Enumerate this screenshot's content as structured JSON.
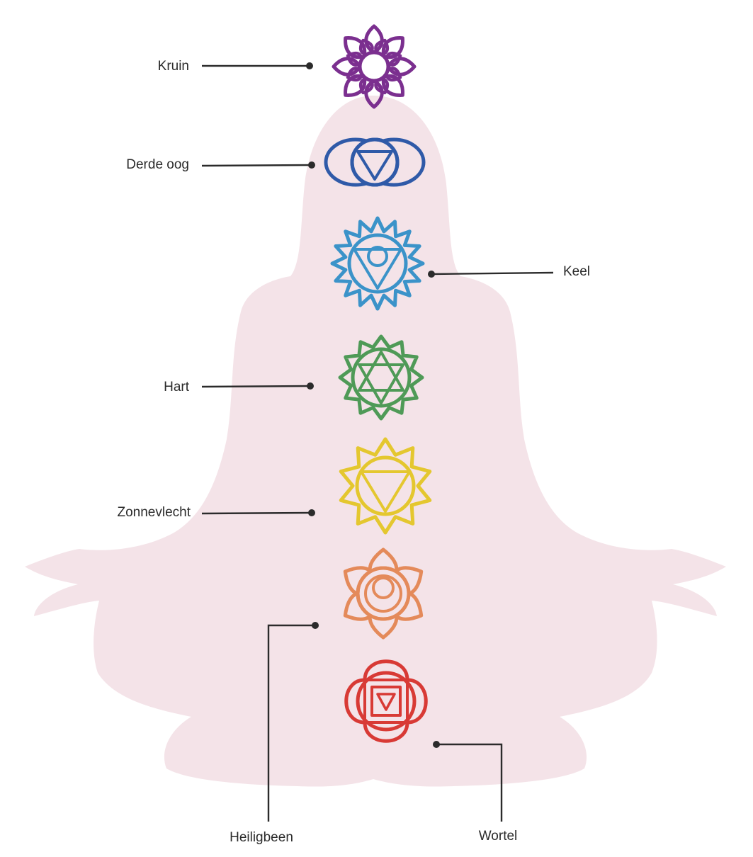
{
  "labels": {
    "crown": "Kruin",
    "third_eye": "Derde oog",
    "throat": "Keel",
    "heart": "Hart",
    "solar_plexus": "Zonnevlecht",
    "sacral": "Heiligbeen",
    "root": "Wortel"
  },
  "colors": {
    "silhouette": "#f4e3e8",
    "crown": "#7b2f8f",
    "third_eye": "#2f5aa8",
    "throat": "#3b93c9",
    "heart": "#4f9a57",
    "solar_plexus": "#e4c72f",
    "sacral": "#e48a5a",
    "root": "#d83a35"
  },
  "icons": {
    "crown": "lotus-icon",
    "third_eye": "eye-triangle-icon",
    "throat": "sixteen-petal-triangle-icon",
    "heart": "hexagram-icon",
    "solar_plexus": "ten-petal-triangle-icon",
    "sacral": "six-petal-crescent-icon",
    "root": "four-petal-square-icon"
  }
}
